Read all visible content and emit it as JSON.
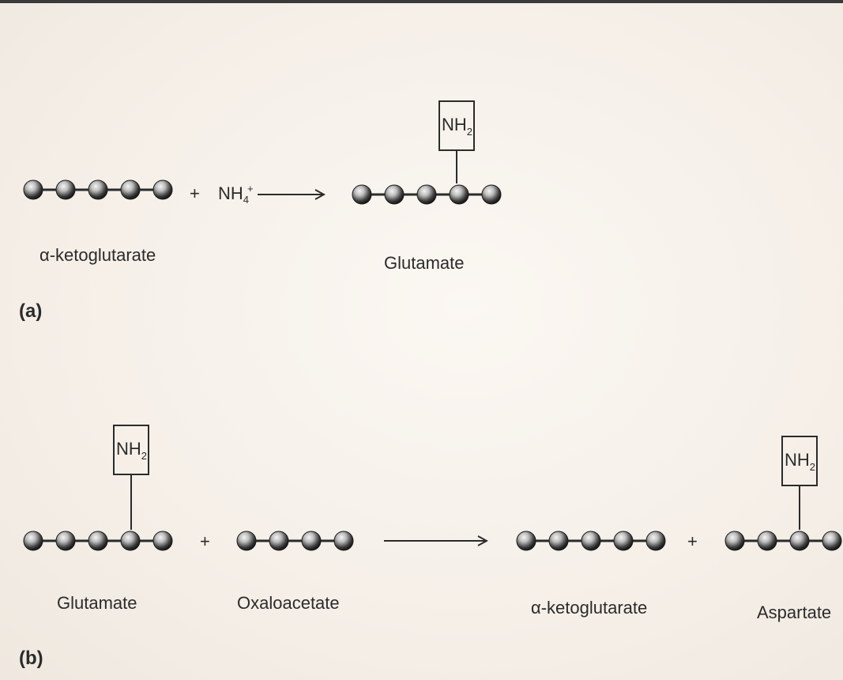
{
  "panels": [
    {
      "label": "(a)",
      "reactants": [
        {
          "name": "α-ketoglutarate",
          "carbons": 5,
          "amino_at": null
        },
        {
          "formula": "NH",
          "sub": "4",
          "sup": "+"
        }
      ],
      "plus": "+",
      "products": [
        {
          "name": "Glutamate",
          "carbons": 5,
          "amino_at": 4,
          "group": "NH",
          "group_sub": "2"
        }
      ]
    },
    {
      "label": "(b)",
      "reactants": [
        {
          "name": "Glutamate",
          "carbons": 5,
          "amino_at": 4,
          "group": "NH",
          "group_sub": "2"
        },
        {
          "name": "Oxaloacetate",
          "carbons": 4,
          "amino_at": null
        }
      ],
      "plus": "+",
      "products": [
        {
          "name": "α-ketoglutarate",
          "carbons": 5,
          "amino_at": null
        },
        {
          "name": "Aspartate",
          "carbons": 4,
          "amino_at": 3,
          "group": "NH",
          "group_sub": "2"
        }
      ],
      "product_plus": "+"
    }
  ],
  "colors": {
    "ink": "#2b2b2b",
    "ball_light": "#d8d8d8",
    "ball_dark": "#1a1a1a"
  }
}
